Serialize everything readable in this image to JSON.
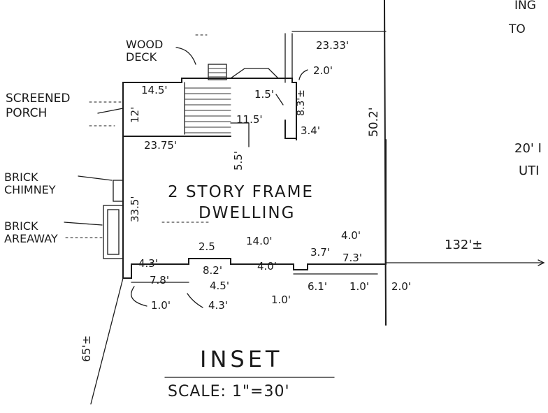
{
  "title": "INSET",
  "scale": "SCALE: 1\"=30'",
  "building_label": {
    "line1": "2 STORY FRAME",
    "line2": "DWELLING"
  },
  "features": {
    "wood_deck": [
      "WOOD",
      "DECK"
    ],
    "screened_porch": [
      "SCREENED",
      "PORCH"
    ],
    "brick_chimney": [
      "BRICK",
      "CHIMNEY"
    ],
    "brick_areaway": [
      "BRICK",
      "AREAWAY"
    ]
  },
  "cutoff_text": {
    "top_right_1": "ING",
    "top_right_2": "TO",
    "right_mid_1": "20' I",
    "right_mid_2": "UTI"
  },
  "dimensions": {
    "d_23_33": "23.33'",
    "d_2_0_top": "2.0'",
    "d_14_5": "14.5'",
    "d_1_5": "1.5'",
    "d_8_3": "8.3'±",
    "d_12": "12'",
    "d_11_5": "11.5'",
    "d_3_4": "3.4'",
    "d_23_75": "23.75'",
    "d_5_5": "5.5'",
    "d_50_2": "50.2'",
    "d_33_5": "33.5'",
    "d_14_0": "14.0'",
    "d_2_5": "2.5",
    "d_4_0_top": "4.0'",
    "d_3_7": "3.7'",
    "d_7_3": "7.3'",
    "d_4_3_top": "4.3'",
    "d_8_2": "8.2'",
    "d_4_0_mid": "4.0'",
    "d_7_8": "7.8'",
    "d_4_5": "4.5'",
    "d_1_0_left": "1.0'",
    "d_4_3_bottom": "4.3'",
    "d_1_0_mid": "1.0'",
    "d_6_1": "6.1'",
    "d_1_0_right": "1.0'",
    "d_2_0_bottom": "2.0'",
    "d_132": "132'±",
    "d_65": "65'±"
  }
}
